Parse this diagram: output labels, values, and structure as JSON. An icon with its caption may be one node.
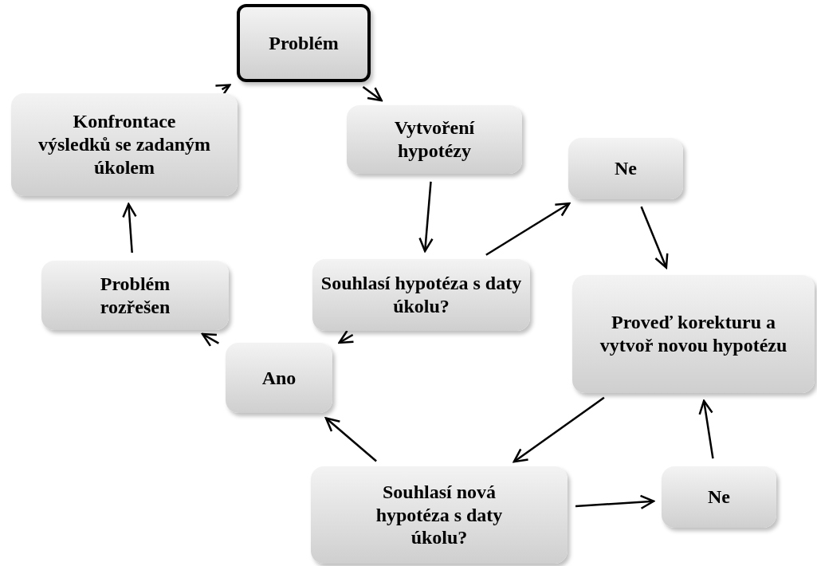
{
  "diagram": {
    "nodes": [
      {
        "text": [
          "Problém"
        ]
      },
      {
        "text": [
          "Vytvoření hypotézy"
        ]
      },
      {
        "text": [
          "Ne"
        ]
      },
      {
        "text": [
          "Souhlasí hypotéza s daty úkolu?"
        ]
      },
      {
        "text": [
          "Proveď korekturu a vytvoř novou hypotézu"
        ]
      },
      {
        "text": [
          "Konfrontace výsledků se zadaným úkolem"
        ]
      },
      {
        "text": [
          "Problém rozřešen"
        ]
      },
      {
        "text": [
          "Ano"
        ]
      },
      {
        "text": [
          "Souhlasí nová hypotéza s daty úkolu?"
        ]
      },
      {
        "text": [
          "Ne"
        ]
      }
    ],
    "edges": [
      {
        "from": 5,
        "to": 0,
        "arrow": "to"
      },
      {
        "from": 0,
        "to": 1,
        "arrow": "to"
      },
      {
        "from": 1,
        "to": 3,
        "arrow": "to"
      },
      {
        "from": 3,
        "to": 2,
        "arrow": "to"
      },
      {
        "from": 2,
        "to": 4,
        "arrow": "to"
      },
      {
        "from": 3,
        "to": 7,
        "arrow": "to"
      },
      {
        "from": 7,
        "to": 6,
        "arrow": "to"
      },
      {
        "from": 6,
        "to": 5,
        "arrow": "to"
      },
      {
        "from": 8,
        "to": 7,
        "arrow": "to"
      },
      {
        "from": 4,
        "to": 8,
        "arrow": "to"
      },
      {
        "from": 8,
        "to": 9,
        "arrow": "to"
      },
      {
        "from": 9,
        "to": 4,
        "arrow": "to"
      }
    ]
  }
}
